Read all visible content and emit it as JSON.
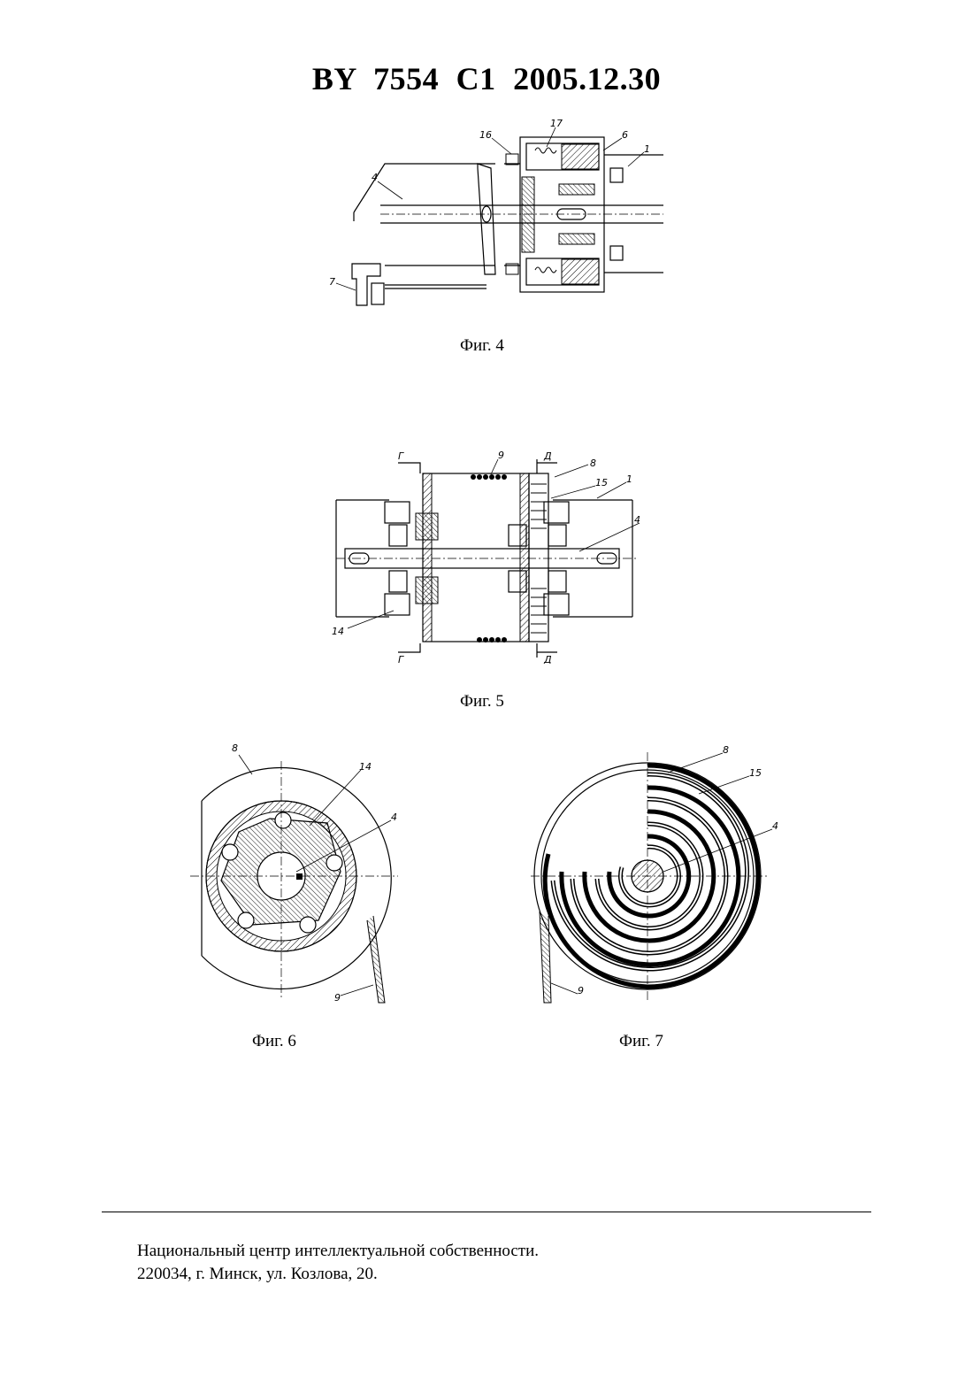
{
  "header": {
    "title": "BY  7554  C1  2005.12.30"
  },
  "figures": {
    "fig4": {
      "caption": "Фиг. 4",
      "labels": {
        "l1": "1",
        "l4": "4",
        "l6": "6",
        "l7": "7",
        "l16": "16",
        "l17": "17"
      }
    },
    "fig5": {
      "caption": "Фиг. 5",
      "labels": {
        "l1": "1",
        "l4": "4",
        "l8": "8",
        "l9": "9",
        "l14": "14",
        "l15": "15",
        "g1": "Г",
        "g2": "Г",
        "d1": "Д",
        "d2": "Д"
      }
    },
    "fig6": {
      "caption": "Фиг. 6",
      "labels": {
        "l4": "4",
        "l8": "8",
        "l9": "9",
        "l14": "14"
      }
    },
    "fig7": {
      "caption": "Фиг. 7",
      "labels": {
        "l4": "4",
        "l8": "8",
        "l9": "9",
        "l15": "15"
      }
    }
  },
  "footer": {
    "line1": "Национальный центр интеллектуальной собственности.",
    "line2": "220034, г. Минск, ул. Козлова, 20."
  }
}
